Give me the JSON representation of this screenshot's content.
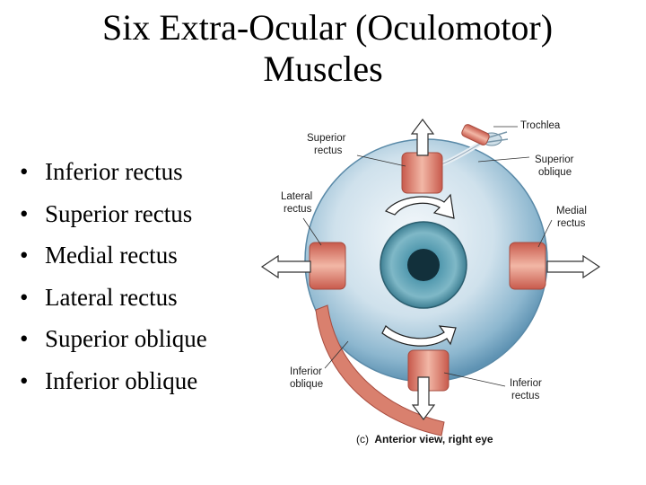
{
  "title": {
    "line1": "Six Extra-Ocular (Oculomotor)",
    "line2": "Muscles"
  },
  "bullets": [
    "Inferior rectus",
    "Superior rectus",
    "Medial rectus",
    "Lateral rectus",
    "Superior oblique",
    "Inferior oblique"
  ],
  "figure": {
    "labels": {
      "trochlea": "Trochlea",
      "superior_rectus": [
        "Superior",
        "rectus"
      ],
      "superior_oblique": [
        "Superior",
        "oblique"
      ],
      "lateral_rectus": [
        "Lateral",
        "rectus"
      ],
      "medial_rectus": [
        "Medial",
        "rectus"
      ],
      "inferior_oblique": [
        "Inferior",
        "oblique"
      ],
      "inferior_rectus": [
        "Inferior",
        "rectus"
      ]
    },
    "caption": {
      "prefix": "(c)",
      "text": "Anterior view, right eye"
    }
  }
}
